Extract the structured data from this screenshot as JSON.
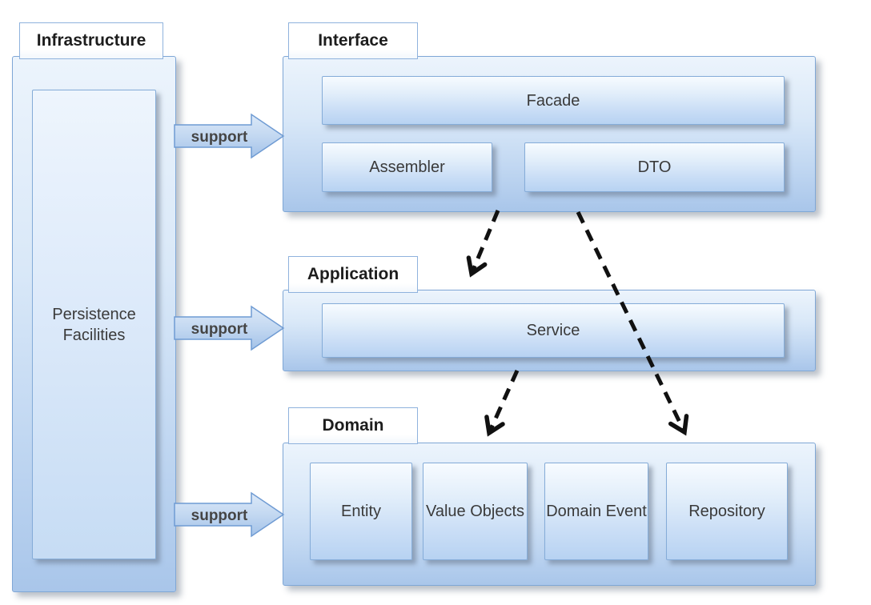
{
  "diagram": {
    "type": "layered-architecture",
    "layers": [
      {
        "label": "Infrastructure",
        "components": [
          {
            "label": "Persistence Facilities"
          }
        ]
      },
      {
        "label": "Interface",
        "components": [
          {
            "label": "Facade"
          },
          {
            "label": "Assembler"
          },
          {
            "label": "DTO"
          }
        ]
      },
      {
        "label": "Application",
        "components": [
          {
            "label": "Service"
          }
        ]
      },
      {
        "label": "Domain",
        "components": [
          {
            "label": "Entity"
          },
          {
            "label": "Value Objects"
          },
          {
            "label": "Domain Event"
          },
          {
            "label": "Repository"
          }
        ]
      }
    ],
    "support_arrows": [
      {
        "label": "support",
        "from": "Infrastructure",
        "to": "Interface"
      },
      {
        "label": "support",
        "from": "Infrastructure",
        "to": "Application"
      },
      {
        "label": "support",
        "from": "Infrastructure",
        "to": "Domain"
      }
    ],
    "dependency_arrows": [
      {
        "from": "Interface",
        "to": "Application",
        "style": "dashed"
      },
      {
        "from": "Interface",
        "to": "Domain",
        "style": "dashed"
      },
      {
        "from": "Application",
        "to": "Domain",
        "style": "dashed"
      }
    ],
    "colors": {
      "border_blue": "#7fa7d6",
      "container_gradient_top": "#ecf4fc",
      "container_gradient_bottom": "#a9c6ea",
      "box_gradient_top": "#f7fbff",
      "box_gradient_bottom": "#b7d2f2",
      "label_background": "#ffffff",
      "dashed_arrow": "#111111",
      "text": "#3a3a3a"
    }
  }
}
